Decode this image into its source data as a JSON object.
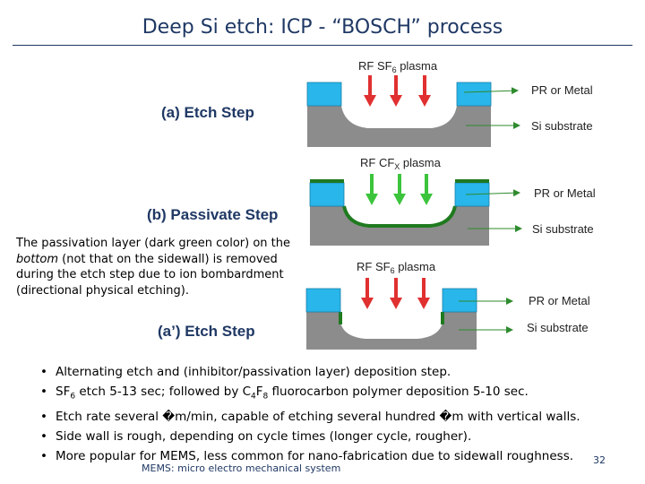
{
  "title": "Deep Si etch: ICP - “BOSCH” process",
  "steps": {
    "a": {
      "label": "(a) Etch Step",
      "plasma_prefix": "RF SF",
      "plasma_sub": "6",
      "plasma_suffix": " plasma",
      "pr_label": "PR or Metal",
      "si_label": "Si substrate"
    },
    "b": {
      "label": "(b) Passivate Step",
      "plasma_prefix": "RF CF",
      "plasma_sub": "X",
      "plasma_suffix": " plasma",
      "pr_label": "PR or Metal",
      "si_label": "Si substrate"
    },
    "c": {
      "label": "(a’) Etch Step",
      "plasma_prefix": "RF SF",
      "plasma_sub": "6",
      "plasma_suffix": " plasma",
      "pr_label": "PR or Metal",
      "si_label": "Si substrate"
    }
  },
  "note": {
    "before": "The passivation layer (dark green color) on the ",
    "emph": "bottom",
    "after": " (not that on the sidewall) is removed during the etch step due to ion bombardment (directional physical etching)."
  },
  "bullets": {
    "b1": "Alternating etch and (inhibitor/passivation layer) deposition step.",
    "b2_a": "SF",
    "b2_s1": "6",
    "b2_b": " etch 5-13 sec; followed by C",
    "b2_s2": "4",
    "b2_c": "F",
    "b2_s3": "8",
    "b2_d": " fluorocarbon polymer deposition 5-10 sec.",
    "b3": "Etch rate several �m/min, capable of etching several hundred �m with vertical walls.",
    "b4": "Side wall is rough, depending on cycle times (longer cycle, rougher).",
    "b5": "More popular for MEMS, less common for nano-fabrication due to sidewall roughness."
  },
  "footer": "MEMS: micro electro mechanical system",
  "slide_number": "32",
  "colors": {
    "title": "#1f3864",
    "pr_metal": "#29b6ea",
    "substrate": "#8c8c8c",
    "passivation": "#1f7a1f",
    "etch_arrow": "#e03030",
    "passivate_arrow": "#3cc43c",
    "pointer_arrow": "#2e8b2e"
  }
}
